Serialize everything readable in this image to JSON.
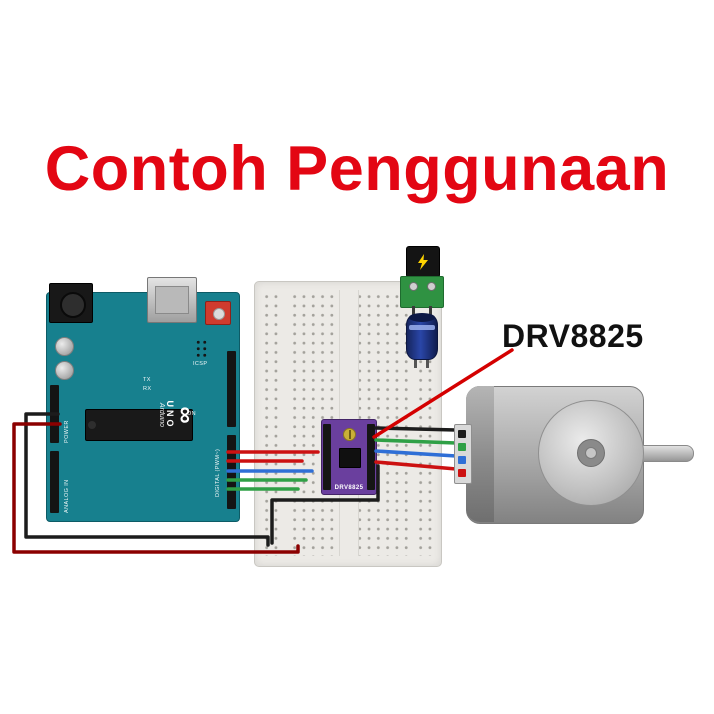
{
  "title": {
    "text": "Contoh Penggunaan"
  },
  "callout": {
    "label": "DRV8825"
  },
  "module": {
    "label": "DRV8825"
  },
  "arduino": {
    "brand": "Arduino",
    "model": "UNO",
    "logo_glyph": "∞",
    "labels": {
      "digital": "DIGITAL (PWM~)",
      "power": "POWER",
      "analog": "ANALOG IN",
      "icsp": "ICSP",
      "tx": "TX",
      "rx": "RX",
      "on": "ON"
    }
  },
  "colors": {
    "title": "#e30613",
    "arduino_board": "#17808e",
    "module_board": "#6a3f9e",
    "power_pcb": "#2f9242",
    "capacitor_body": "#2a46a8",
    "callout_line": "#d40000",
    "wire_red": "#cc1111",
    "wire_dark_red": "#8b0000",
    "wire_black": "#1c1c1c",
    "wire_blue": "#2f6fd6",
    "wire_green": "#2fa046",
    "motor_body": "#a8a8a8"
  }
}
